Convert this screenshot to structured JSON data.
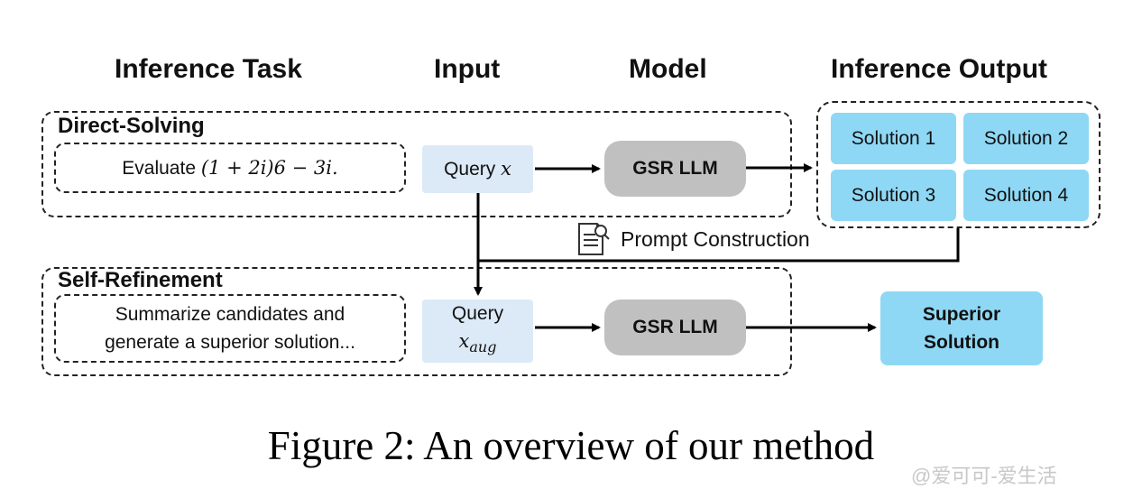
{
  "headers": {
    "inference_task": "Inference Task",
    "input": "Input",
    "model": "Model",
    "inference_output": "Inference Output"
  },
  "direct_solving": {
    "label": "Direct-Solving",
    "task_prefix": "Evaluate ",
    "task_math": "(1 + 2i)6  − 3i.",
    "query_prefix": "Query ",
    "query_var": "x",
    "model": "GSR LLM"
  },
  "outputs": {
    "solutions": [
      "Solution 1",
      "Solution 2",
      "Solution 3",
      "Solution 4"
    ]
  },
  "prompt_construction": "Prompt Construction",
  "self_refinement": {
    "label": "Self-Refinement",
    "task_line1": "Summarize candidates and",
    "task_line2": "generate a superior solution...",
    "query_label": "Query",
    "query_var": "x",
    "query_sub": "aug",
    "model": "GSR LLM",
    "superior_line1": "Superior",
    "superior_line2": "Solution"
  },
  "caption": "Figure 2: An overview of our method",
  "watermark": "@爱可可-爱生活",
  "icons": {
    "prompt": "document-search-icon"
  }
}
